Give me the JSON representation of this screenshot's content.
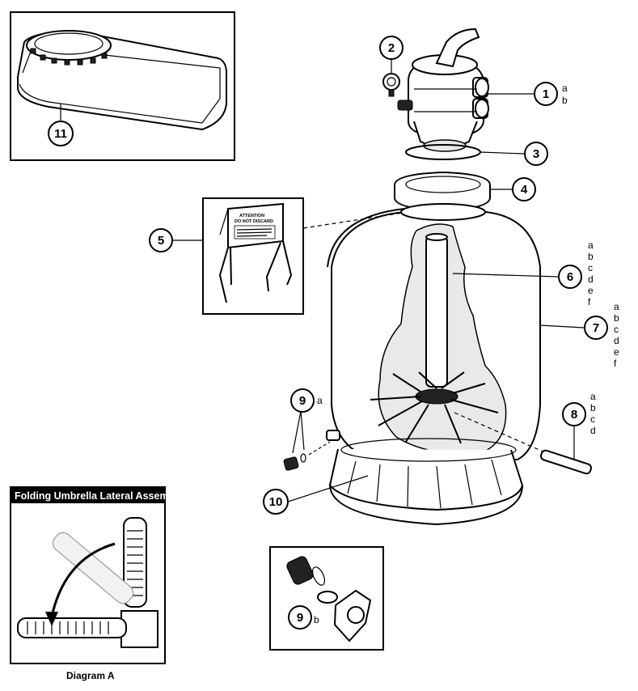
{
  "callouts": [
    {
      "id": "c1",
      "number": "1",
      "letters": [
        "a",
        "b"
      ]
    },
    {
      "id": "c2",
      "number": "2",
      "letters": []
    },
    {
      "id": "c3",
      "number": "3",
      "letters": []
    },
    {
      "id": "c4",
      "number": "4",
      "letters": []
    },
    {
      "id": "c5",
      "number": "5",
      "letters": []
    },
    {
      "id": "c6",
      "number": "6",
      "letters": [
        "a",
        "b",
        "c",
        "d",
        "e",
        "f"
      ]
    },
    {
      "id": "c7",
      "number": "7",
      "letters": [
        "a",
        "b",
        "c",
        "d",
        "e",
        "f"
      ]
    },
    {
      "id": "c8",
      "number": "8",
      "letters": [
        "a",
        "b",
        "c",
        "d"
      ]
    },
    {
      "id": "c9a",
      "number": "9",
      "letters": [
        "a"
      ]
    },
    {
      "id": "c9b",
      "number": "9",
      "letters": [
        "b"
      ]
    },
    {
      "id": "c10",
      "number": "10",
      "letters": []
    },
    {
      "id": "c11",
      "number": "11",
      "letters": []
    }
  ],
  "warning_sign": {
    "line1": "ATTENTION",
    "line2": "DO NOT DISCARD"
  },
  "inset": {
    "title": "Folding Umbrella Lateral Assembly",
    "caption": "Diagram A"
  }
}
